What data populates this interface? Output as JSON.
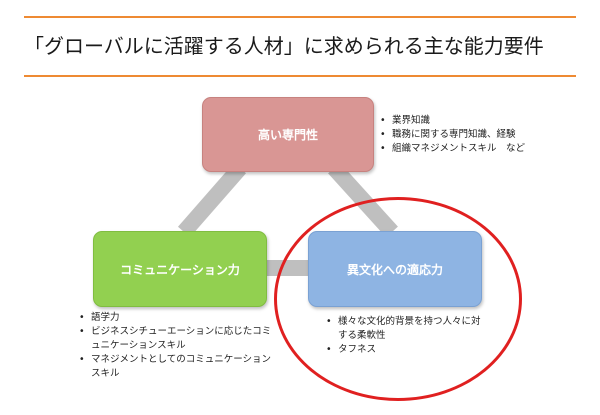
{
  "title": "「グローバルに活躍する人材」に求められる主な能力要件",
  "colors": {
    "accent_rule": "#ee8a33",
    "expertise_box": "#d99694",
    "communication_box": "#92d050",
    "adaptability_box": "#8eb4e3",
    "connector": "#bfbfbf",
    "highlight_ring": "#e02020"
  },
  "nodes": {
    "expertise": {
      "label": "高い専門性",
      "notes": [
        "業界知識",
        "職務に関する専門知識、経験",
        "組織マネジメントスキル　など"
      ]
    },
    "communication": {
      "label": "コミュニケーション力",
      "notes": [
        "語学力",
        "ビジネスシチューエーションに応じたコミュニケーションスキル",
        "マネジメントとしてのコミュニケーションスキル"
      ]
    },
    "adaptability": {
      "label": "異文化への適応力",
      "notes": [
        "様々な文化的背景を持つ人々に対する柔軟性",
        "タフネス"
      ]
    }
  },
  "bullet_glyph": "•"
}
